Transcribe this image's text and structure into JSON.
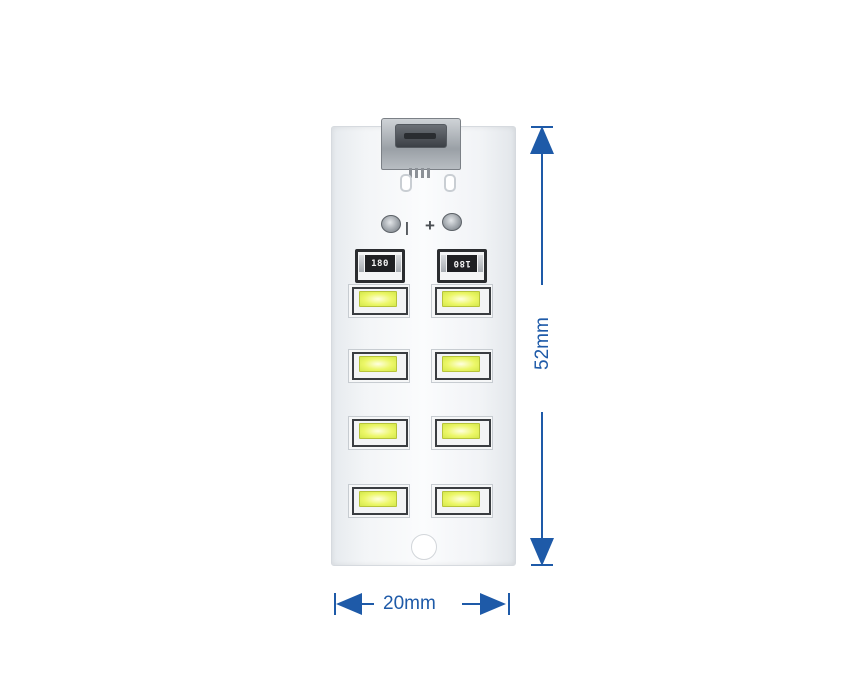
{
  "product": {
    "resistor_left_code": "180",
    "resistor_right_code": "180",
    "silk_minus": "|",
    "silk_plus": "+"
  },
  "dimensions": {
    "height_label": "52mm",
    "width_label": "20mm",
    "line_color": "#1e5aa8"
  },
  "colors": {
    "background": "#ffffff",
    "board": "#f3f5f7",
    "led_lens": "#ecf768"
  },
  "leds": {
    "rows": 4,
    "columns": 2
  }
}
